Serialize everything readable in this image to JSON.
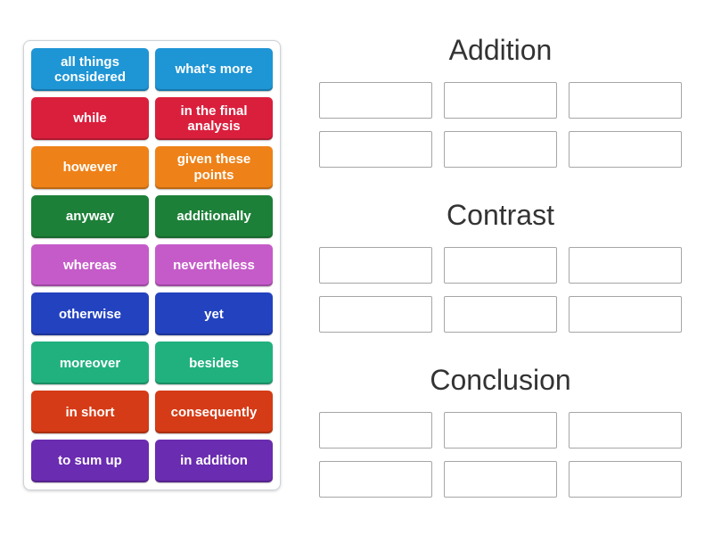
{
  "page": {
    "background_color": "#ffffff",
    "heading_color": "#333333"
  },
  "word_bank": {
    "tiles": [
      {
        "label": "all things considered",
        "color": "#1e95d5"
      },
      {
        "label": "what's more",
        "color": "#1e95d5"
      },
      {
        "label": "while",
        "color": "#da1f3d"
      },
      {
        "label": "in the final analysis",
        "color": "#da1f3d"
      },
      {
        "label": "however",
        "color": "#ee8218"
      },
      {
        "label": "given these points",
        "color": "#ee8218"
      },
      {
        "label": "anyway",
        "color": "#1d8038"
      },
      {
        "label": "additionally",
        "color": "#1d8038"
      },
      {
        "label": "whereas",
        "color": "#c55bc9"
      },
      {
        "label": "nevertheless",
        "color": "#c55bc9"
      },
      {
        "label": "otherwise",
        "color": "#2342bf"
      },
      {
        "label": "yet",
        "color": "#2342bf"
      },
      {
        "label": "moreover",
        "color": "#21b17f"
      },
      {
        "label": "besides",
        "color": "#21b17f"
      },
      {
        "label": "in short",
        "color": "#d53b16"
      },
      {
        "label": "consequently",
        "color": "#d53b16"
      },
      {
        "label": "to sum up",
        "color": "#6a2cb0"
      },
      {
        "label": "in addition",
        "color": "#6a2cb0"
      }
    ]
  },
  "groups": [
    {
      "title": "Addition",
      "slot_count": 6
    },
    {
      "title": "Contrast",
      "slot_count": 6
    },
    {
      "title": "Conclusion",
      "slot_count": 6
    }
  ]
}
